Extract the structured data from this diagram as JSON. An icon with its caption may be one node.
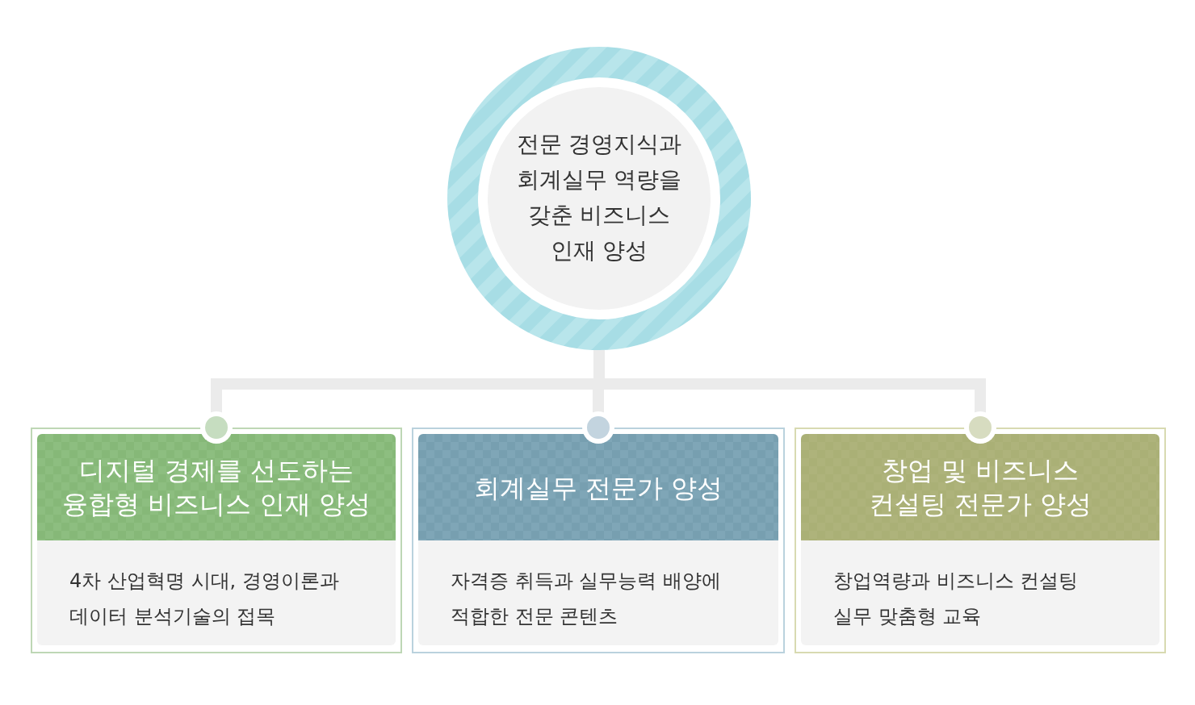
{
  "diagram": {
    "nodes": [
      {
        "text": [
          "전문 경영지식과 회계실무 역량을 갖춘 비즈니스 인재 양성"
        ]
      },
      {
        "text": [
          "디지털 경제를 선도하는 융합형 비즈니스 인재 양성",
          "4차 산업혁명 시대, 경영이론과 데이터 분석기술의 접목"
        ]
      },
      {
        "text": [
          "회계실무 전문가 양성",
          "자격증 취득과 실무능력 배양에 적합한 전문 콘텐츠"
        ]
      },
      {
        "text": [
          "창업 및 비즈니스 컨설팅 전문가 양성",
          "창업역량과 비즈니스 컨설팅 실무 맞춤형 교육"
        ]
      }
    ],
    "edges": [
      {
        "from": 0,
        "to": 1,
        "arrow": "other"
      },
      {
        "from": 0,
        "to": 2,
        "arrow": "other"
      },
      {
        "from": 0,
        "to": 3,
        "arrow": "other"
      }
    ]
  }
}
